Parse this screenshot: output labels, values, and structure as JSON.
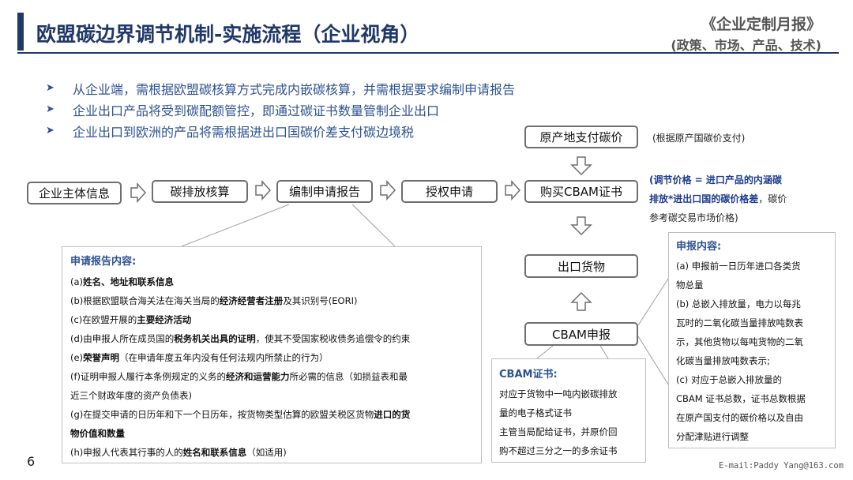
{
  "header": {
    "title": "欧盟碳边界调节机制-实施流程（企业视角）",
    "corner_title": "《企业定制月报》",
    "corner_subtitle": "(政策、市场、产品、技术)"
  },
  "bullets": [
    "从企业端，需根据欧盟碳核算方式完成内嵌碳核算，并需根据要求编制申请报告",
    "企业出口产品将受到碳配额管控，即通过碳证书数量管制企业出口",
    "企业出口到欧洲的产品将需根据进出口国碳价差支付碳边境税"
  ],
  "flow": {
    "step1": "企业主体信息",
    "step2": "碳排放核算",
    "step3": "编制申请报告",
    "step4": "授权申请",
    "step5": "购买CBAM证书",
    "origin_pay": "原产地支付碳价",
    "export": "出口货物",
    "cbam_declare": "CBAM申报"
  },
  "notes": {
    "origin_note": "(根据原产国碳价支付)",
    "price_bold": "(调节价格 = 进口产品的内涵碳",
    "price_bold2": "排放*进出口国的碳价格差",
    "price_tail": "，碳价",
    "price_line3": "参考碳交易市场价格)"
  },
  "report_panel": {
    "heading": "申请报告内容:",
    "items": [
      {
        "a": "(a)",
        "b": "姓名、地址和联系信息",
        "c": "",
        "d": "",
        "e": "",
        "f": ""
      },
      {
        "a": "(b)根据欧盟联合海关法在海关当局的",
        "b": "经济经营者注册",
        "c": "及其识别号(EORI)",
        "d": "",
        "e": "",
        "f": ""
      },
      {
        "a": "(c)在欧盟开展的",
        "b": "主要经济活动",
        "c": "",
        "d": "",
        "e": "",
        "f": ""
      },
      {
        "a": "(d)由申报人所在成员国的",
        "b": "税务机关出具的证明",
        "c": "，使其不受国家税收债务追偿令的约束",
        "d": "",
        "e": "",
        "f": ""
      },
      {
        "a": "(e)",
        "b": "荣誉声明",
        "c": "（在申请年度五年内没有任何法规内所禁止的行为）",
        "d": "",
        "e": "",
        "f": ""
      },
      {
        "a": "(f)证明申报人履行本条例规定的义务的",
        "b": "经济和运营能力",
        "c": "所必需的信息（如损益表和最",
        "d": "近三个财政年度的资产负债表)",
        "e": "",
        "f": ""
      },
      {
        "a": "(g)在提交申请的日历年和下一个日历年，按货物类型估算的欧盟关税区货物",
        "b": "进口的货",
        "c": "",
        "d": "",
        "e": "物价值和数量",
        "f": ""
      },
      {
        "a": "(h)申报人代表其行事的人的",
        "b": "姓名和联系信息",
        "c": "（如适用)",
        "d": "",
        "e": "",
        "f": ""
      }
    ]
  },
  "cert_panel": {
    "heading": "CBAM证书:",
    "lines": [
      "对应于货物中一吨内嵌碳排放",
      "量的电子格式证书",
      "主管当局配给证书，并原价回",
      "购不超过三分之一的多余证书"
    ]
  },
  "declare_panel": {
    "heading": "申报内容:",
    "lines": [
      "(a) 申报前一日历年进口各类货",
      "物总量",
      "(b) 总嵌入排放量，电力以每兆",
      "瓦时的二氧化碳当量排放吨数表",
      "示，其他货物以每吨货物的二氧",
      "化碳当量排放吨数表示;",
      "(c) 对应于总嵌入排放量的",
      "CBAM 证书总数，证书总数根据",
      "在原产国支付的碳价格以及自由",
      "分配津贴进行调整"
    ]
  },
  "footer": {
    "page_number": "6",
    "email": "E-mail:Paddy Yang@163.com"
  },
  "colors": {
    "title_navy": "#1f3868",
    "bullet_blue": "#2e5290",
    "note_blue": "#1f3d8c",
    "box_border": "#6e6e6e"
  }
}
